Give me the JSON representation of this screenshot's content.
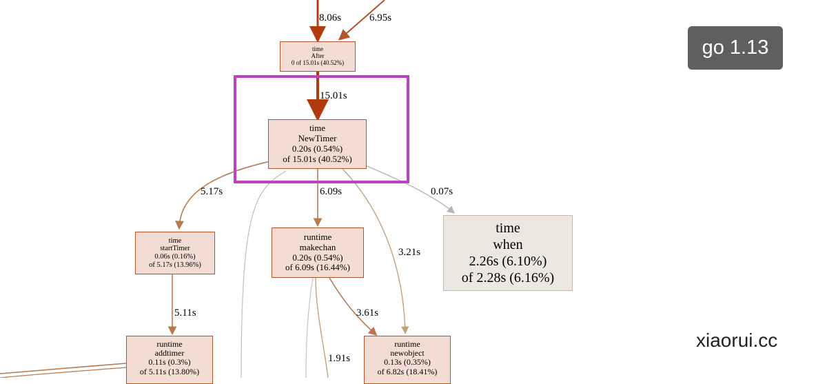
{
  "nodes": {
    "after": {
      "lines": [
        "time",
        "After",
        "0 of 15.01s (40.52%)"
      ]
    },
    "newtimer": {
      "lines": [
        "time",
        "NewTimer",
        "0.20s (0.54%)",
        "of 15.01s (40.52%)"
      ]
    },
    "starttimer": {
      "lines": [
        "time",
        "startTimer",
        "0.06s (0.16%)",
        "of 5.17s (13.96%)"
      ]
    },
    "makechan": {
      "lines": [
        "runtime",
        "makechan",
        "0.20s (0.54%)",
        "of 6.09s (16.44%)"
      ]
    },
    "when": {
      "lines": [
        "time",
        "when",
        "2.26s (6.10%)",
        "of 2.28s (6.16%)"
      ]
    },
    "addtimer": {
      "lines": [
        "runtime",
        "addtimer",
        "0.11s (0.3%)",
        "of 5.11s (13.80%)"
      ]
    },
    "newobject": {
      "lines": [
        "runtime",
        "newobject",
        "0.13s (0.35%)",
        "of 6.82s (18.41%)"
      ]
    }
  },
  "edges": {
    "in_after_1": "8.06s",
    "in_after_2": "6.95s",
    "after_newtimer": "15.01s",
    "newtimer_starttimer": "5.17s",
    "newtimer_makechan": "6.09s",
    "newtimer_when": "0.07s",
    "newtimer_newobject": "3.21s",
    "starttimer_addtimer": "5.11s",
    "makechan_newobject": "3.61s",
    "makechan_other": "1.91s"
  },
  "badge": "go 1.13",
  "brand": "xiaorui.cc",
  "colors": {
    "highlight": "#c03fc3",
    "hot_edge": "#b23a0f",
    "warm_edge": "#b8794f",
    "tan_edge": "#c4a07a",
    "gray_edge": "#b5b5b5",
    "node_fill": "#f2dcd3",
    "node_border": "#b5532b"
  }
}
